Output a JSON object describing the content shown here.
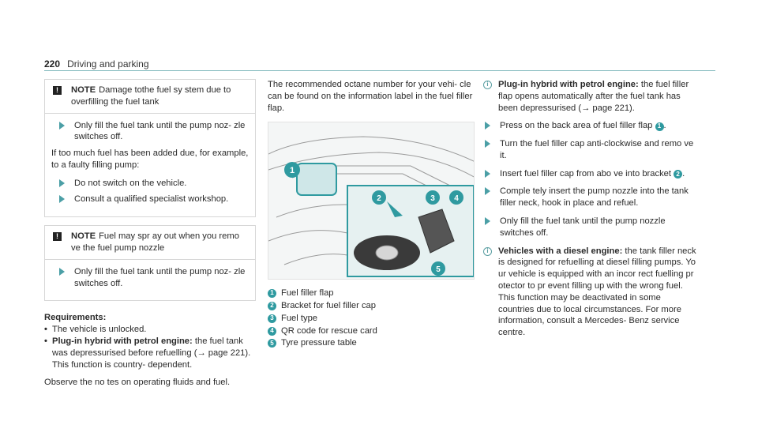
{
  "header": {
    "page_number": "220",
    "section": "Driving and parking"
  },
  "col1": {
    "note1": {
      "label": "NOTE",
      "text": "Damage tothe fuel sy stem due to overfilling the fuel tank",
      "action": "Only fill the fuel tank until the pump noz‐ zle switches off.",
      "para": "If too much fuel has been added due, for example, to a faulty filling pump:",
      "action2": "Do not switch on the vehicle.",
      "action3": "Consult a qualified specialist workshop."
    },
    "note2": {
      "label": "NOTE",
      "text": "Fuel may spr ay out when you remo ve the fuel pump nozzle",
      "action": "Only fill the fuel tank until the pump noz‐ zle switches off."
    },
    "requirements": {
      "title": "Requirements:",
      "item1": "The vehicle is unlocked.",
      "item2_bold": "Plug-in hybrid with petrol engine:",
      "item2_text": "the fuel tank was depressurised before refuelling (→ page 221). This function is country- dependent."
    },
    "closing": "Observe the no tes on operating fluids and fuel."
  },
  "col2": {
    "intro": "The recommended octane number for your vehi‐ cle can be found on the information label in the fuel filler flap.",
    "captions": [
      {
        "num": "1",
        "text": "Fuel filler flap"
      },
      {
        "num": "2",
        "text": "Bracket for fuel filler cap"
      },
      {
        "num": "3",
        "text": "Fuel type"
      },
      {
        "num": "4",
        "text": "QR code for rescue card"
      },
      {
        "num": "5",
        "text": "Tyre pressure table"
      }
    ]
  },
  "col3": {
    "info1_bold": "Plug-in hybrid with petrol engine:",
    "info1_text": "the fuel filler flap opens automatically after the fuel tank has been depressurised (→ page 221).",
    "step1_pre": "Press on the back area of fuel filler flap",
    "step1_num": "1",
    "step2": "Turn the fuel filler cap anti-clockwise and remo ve it.",
    "step3_pre": "Insert fuel filler cap from abo ve into bracket",
    "step3_num": "2",
    "step4": "Comple tely insert the pump nozzle into the tank filler neck, hook in place and refuel.",
    "step5": "Only fill the fuel tank until the pump nozzle switches off.",
    "info2_bold": "Vehicles with a diesel engine:",
    "info2_text": "the tank filler neck is designed for refuelling at diesel filling pumps. Yo ur vehicle is equipped with an incor rect fuelling pr otector to pr event filling up with the wrong fuel. This function may be deactivated in some countries due to local circumstances. For more information, consult a Mercedes- Benz service centre."
  },
  "colors": {
    "accent": "#2f9aa0",
    "rule": "#7fb8bb"
  }
}
